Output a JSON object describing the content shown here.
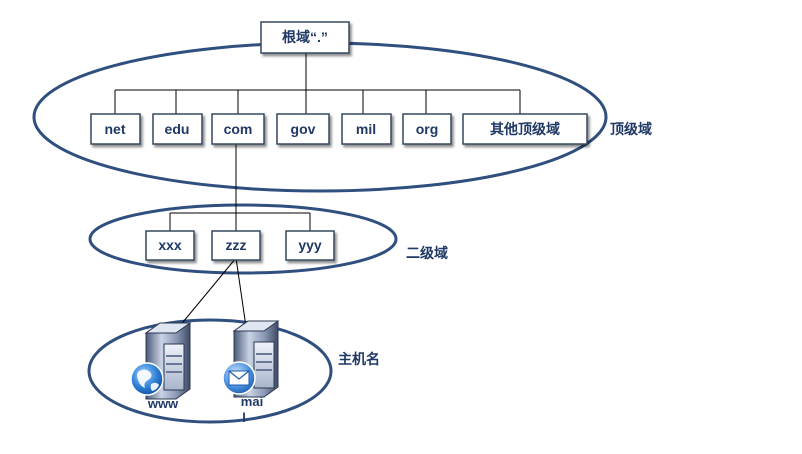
{
  "root": {
    "label": "根域“.”"
  },
  "top_level": {
    "label": "顶级域",
    "domains": [
      "net",
      "edu",
      "com",
      "gov",
      "mil",
      "org",
      "其他顶级域"
    ]
  },
  "second_level": {
    "label": "二级域",
    "domains": [
      "xxx",
      "zzz",
      "yyy"
    ]
  },
  "hosts": {
    "label": "主机名",
    "items": [
      {
        "name": "www",
        "icon": "globe-icon"
      },
      {
        "name": "mai",
        "name_line2": "l",
        "icon": "mail-icon"
      }
    ]
  },
  "colors": {
    "ellipse_stroke": "#2f4f7f",
    "box_stroke": "#34495e",
    "text": "#1f3864",
    "line": "#000000"
  }
}
